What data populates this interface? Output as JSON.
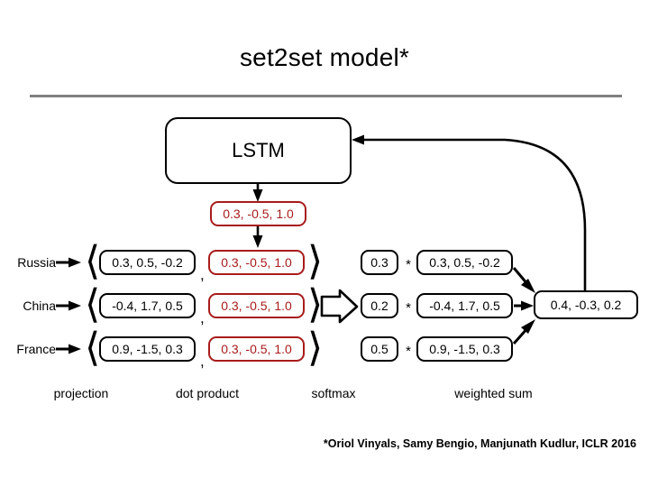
{
  "title": "set2set model*",
  "lstm": {
    "label": "LSTM"
  },
  "state_vector": {
    "text": "0.3, -0.5, 1.0"
  },
  "rows": [
    {
      "entity": "Russia",
      "projection": "0.3, 0.5, -0.2",
      "query": "0.3, -0.5, 1.0",
      "softmax": "0.3",
      "operator": "*",
      "weighted_vector": "0.3, 0.5, -0.2",
      "separator": ","
    },
    {
      "entity": "China",
      "projection": "-0.4, 1.7, 0.5",
      "query": "0.3, -0.5, 1.0",
      "softmax": "0.2",
      "operator": "*",
      "weighted_vector": "-0.4, 1.7, 0.5",
      "separator": ","
    },
    {
      "entity": "France",
      "projection": "0.9, -1.5, 0.3",
      "query": "0.3, -0.5, 1.0",
      "softmax": "0.5",
      "operator": "*",
      "weighted_vector": "0.9, -1.5, 0.3",
      "separator": ","
    }
  ],
  "brackets": {
    "open": "⟨",
    "close": "⟩"
  },
  "sum_vector": {
    "text": "0.4, -0.3, 0.2"
  },
  "captions": [
    {
      "text": "projection"
    },
    {
      "text": "dot product"
    },
    {
      "text": "softmax"
    },
    {
      "text": "weighted sum"
    }
  ],
  "footnote": "*Oriol Vinyals, Samy Bengio, Manjunath Kudlur, ICLR 2016",
  "colors": {
    "accent_red": "#A81C1C",
    "rule_gray": "#808080",
    "stroke_black": "#000000",
    "background": "#ffffff"
  },
  "icons": {
    "entity_arrow": "arrow-right-icon",
    "down_arrow": "arrow-down-icon",
    "block_arrow": "block-arrow-right-icon",
    "feedback_loop": "feedback-loop-arrow-icon"
  }
}
